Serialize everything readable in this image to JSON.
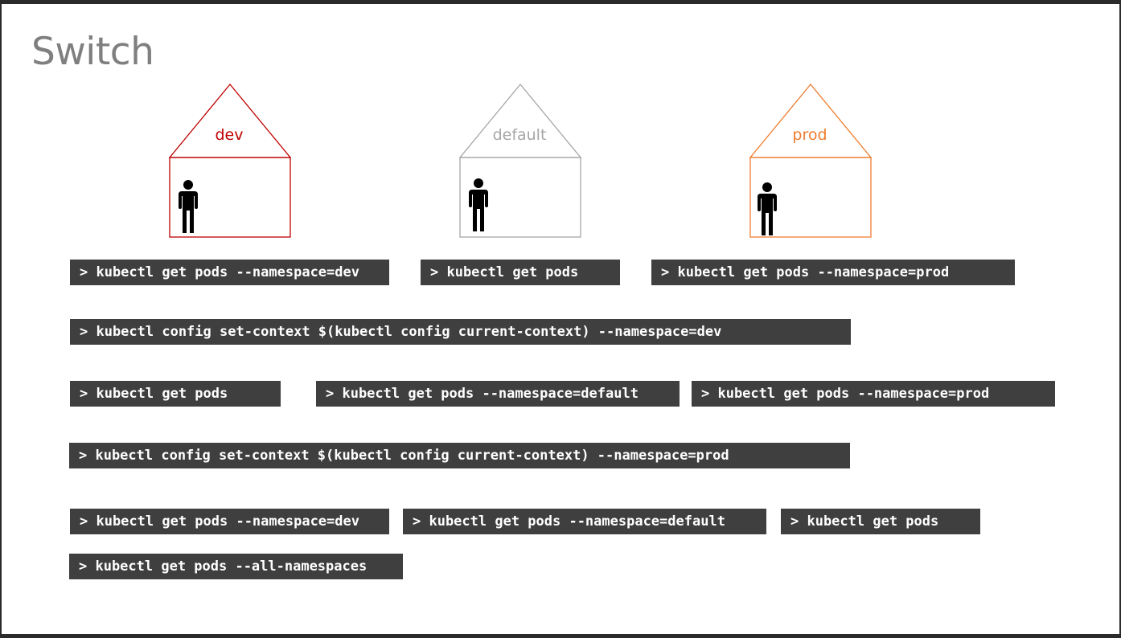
{
  "slide": {
    "title": "Switch"
  },
  "namespaces": [
    {
      "label": "dev",
      "color": "#c00000"
    },
    {
      "label": "default",
      "color": "#a6a6a6"
    },
    {
      "label": "prod",
      "color": "#ed7d31"
    }
  ],
  "icons": {
    "person": "person-icon"
  },
  "commands": {
    "row1": [
      "> kubectl get pods --namespace=dev",
      "> kubectl get pods",
      "> kubectl get pods --namespace=prod"
    ],
    "set_dev": "> kubectl config set-context $(kubectl config current-context) --namespace=dev",
    "row2": [
      "> kubectl get pods",
      "> kubectl get pods --namespace=default",
      "> kubectl get pods --namespace=prod"
    ],
    "set_prod": "> kubectl config set-context $(kubectl config current-context) --namespace=prod",
    "row3": [
      "> kubectl get pods --namespace=dev",
      "> kubectl get pods --namespace=default",
      "> kubectl get pods"
    ],
    "all": "> kubectl get pods --all-namespaces"
  }
}
